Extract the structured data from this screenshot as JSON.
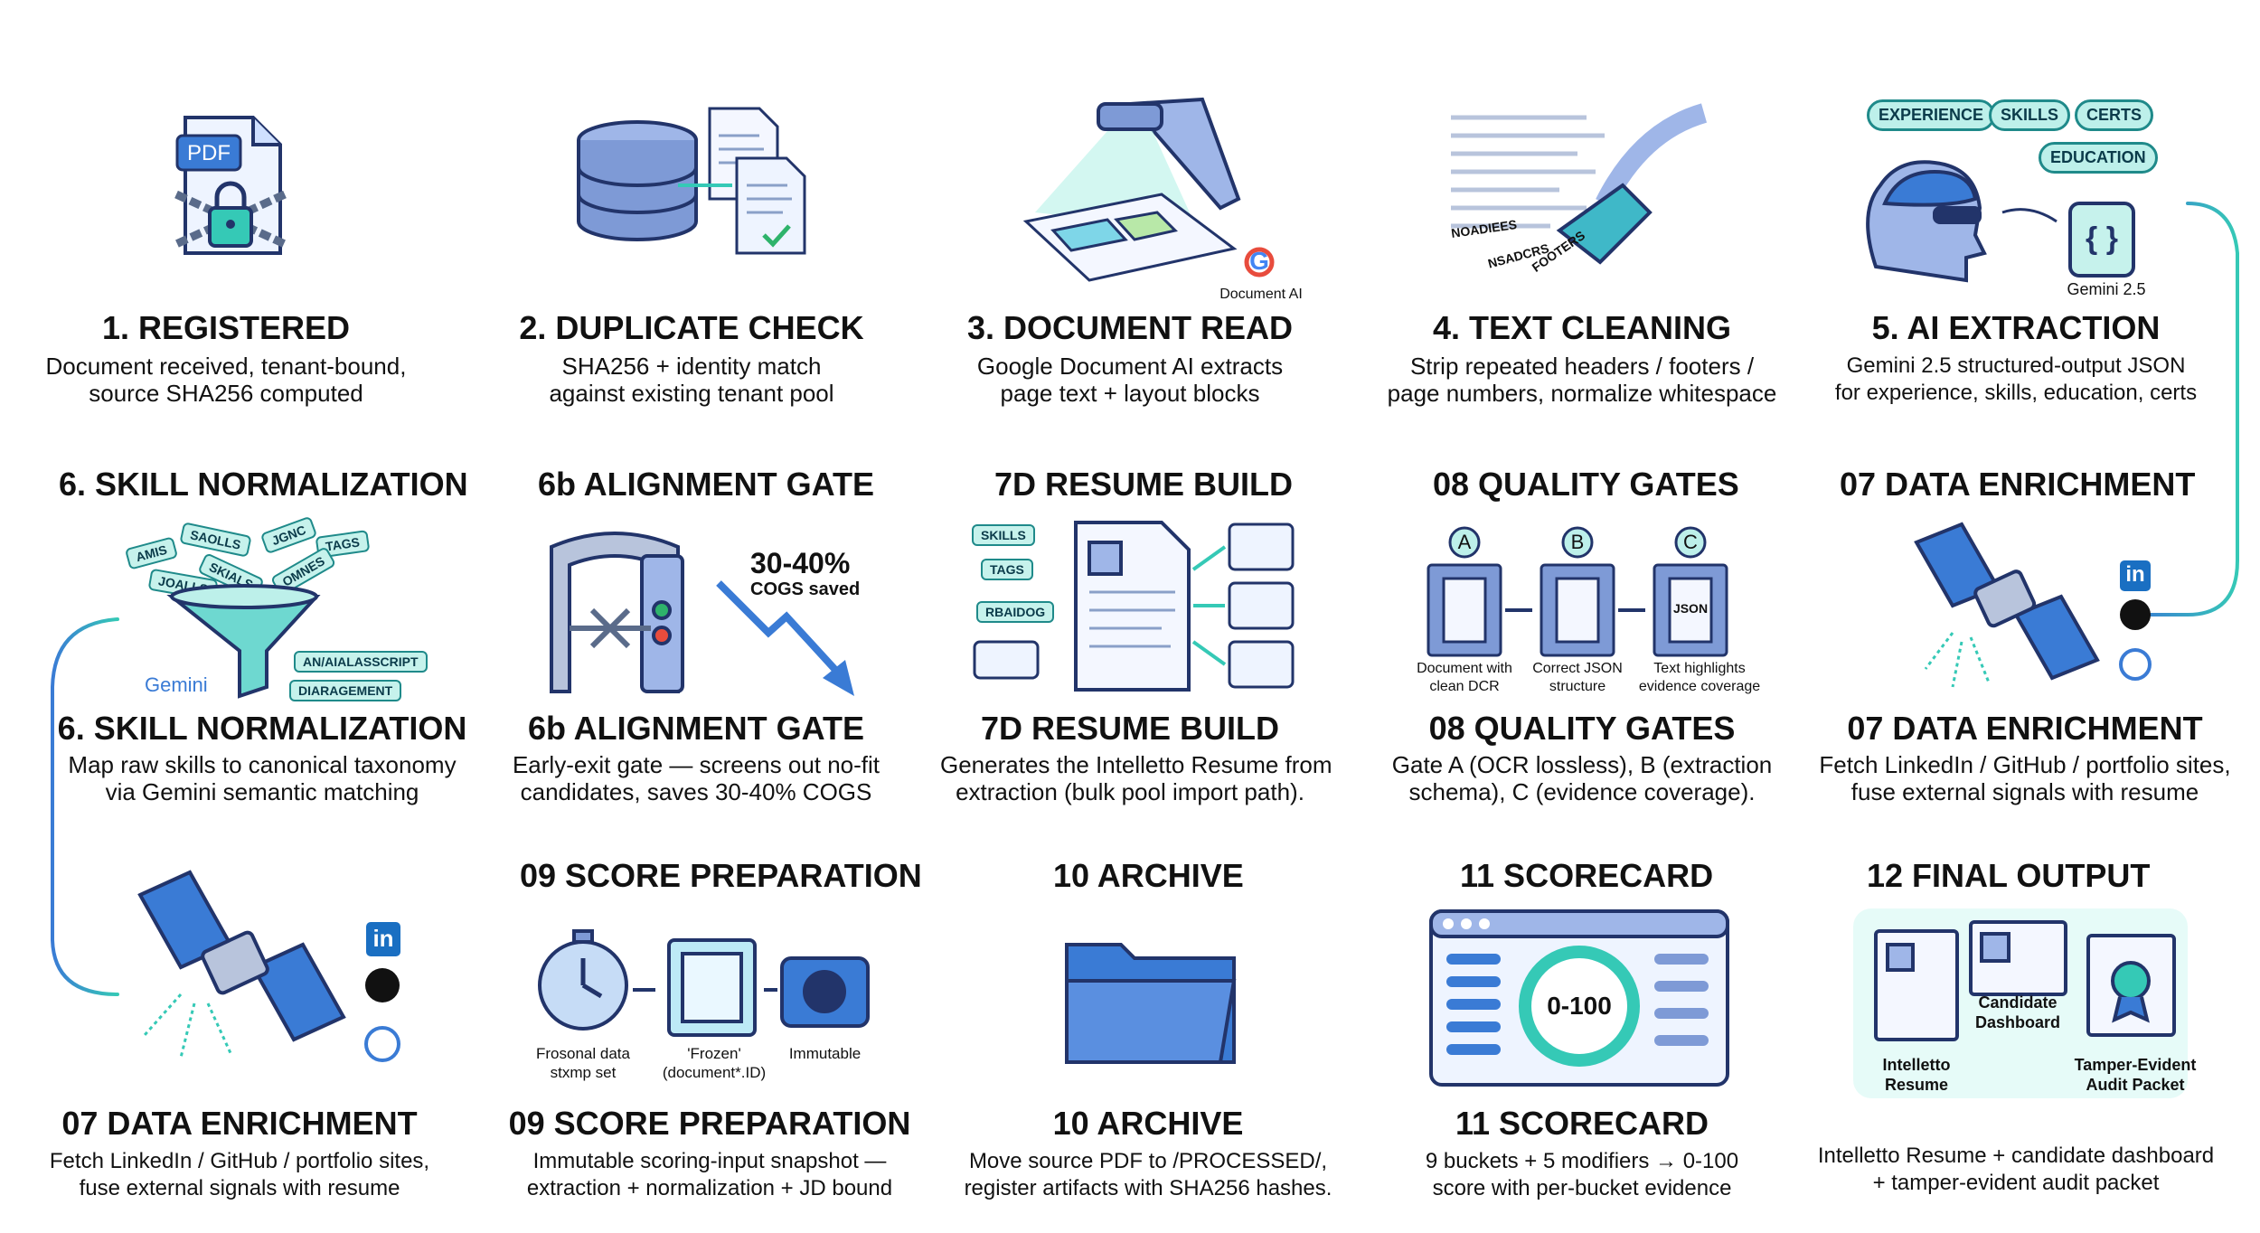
{
  "steps": {
    "s1": {
      "title": "1. REGISTERED",
      "desc": [
        "Document received, tenant-bound,",
        "source SHA256 computed"
      ],
      "icon_label": "PDF"
    },
    "s2": {
      "title": "2. DUPLICATE CHECK",
      "desc": [
        "SHA256 + identity match",
        "against existing tenant pool"
      ]
    },
    "s3": {
      "title": "3. DOCUMENT READ",
      "desc": [
        "Google Document AI extracts",
        "page text + layout blocks"
      ],
      "logo_letter": "G",
      "logo_text": "Document AI"
    },
    "s4": {
      "title": "4. TEXT CLEANING",
      "desc": [
        "Strip repeated headers / footers /",
        "page numbers, normalize whitespace"
      ],
      "garbled_words": [
        "NOADIEES",
        "NSADCRS",
        "FOOTERS"
      ]
    },
    "s5": {
      "title": "5. AI EXTRACTION",
      "desc": [
        "Gemini 2.5 structured-output JSON",
        "for experience, skills, education, certs"
      ],
      "bubbles": [
        "EXPERIENCE",
        "SKILLS",
        "CERTS",
        "EDUCATION"
      ],
      "json_glyph": "{ }",
      "model_label": "Gemini 2.5"
    },
    "s6": {
      "title": "6. SKILL NORMALIZATION",
      "title_bottom": "6. SKILL NORMALIZATION",
      "desc": [
        "Map raw skills to canonical taxonomy",
        "via Gemini semantic matching"
      ],
      "raw_tags": [
        "AMIS",
        "SAOLLS",
        "JGNC",
        "TAGS",
        "SKIALS",
        "OMNES",
        "JOALLS"
      ],
      "output_tags": [
        "AN/AIALASSCRIPT",
        "DIARAGEMENT"
      ],
      "logo_text": "Gemini"
    },
    "s6b": {
      "title": "6b ALIGNMENT GATE",
      "title_bottom": "6b ALIGNMENT GATE",
      "desc": [
        "Early-exit gate — screens out no-fit",
        "candidates, saves 30-40% COGS"
      ],
      "savings_value": "30-40%",
      "savings_label": "COGS saved"
    },
    "s7d": {
      "title": "7D RESUME BUILD",
      "title_bottom": "7D RESUME BUILD",
      "desc": [
        "Generates the Intelletto Resume from",
        "extraction (bulk pool import path)."
      ],
      "tags": [
        "SKILLS",
        "TAGS",
        "RBAIDOG"
      ]
    },
    "s08": {
      "title": "08 QUALITY GATES",
      "title_bottom": "08 QUALITY GATES",
      "desc": [
        "Gate A (OCR lossless), B (extraction",
        "schema), C (evidence coverage)."
      ],
      "gate_letters": [
        "A",
        "B",
        "C"
      ],
      "gate_captions": [
        [
          "Document with",
          "clean DCR"
        ],
        [
          "Correct JSON",
          "structure"
        ],
        [
          "Text highlights",
          "evidence coverage"
        ]
      ],
      "json_label": "JSON"
    },
    "s07a": {
      "title": "07 DATA ENRICHMENT",
      "title_bottom": "07 DATA ENRICHMENT",
      "desc": [
        "Fetch LinkedIn / GitHub / portfolio sites,",
        "fuse external signals with resume"
      ],
      "linkedin": "in"
    },
    "s07b": {
      "title": "07 DATA ENRICHMENT",
      "desc": [
        "Fetch LinkedIn / GitHub / portfolio sites,",
        "fuse external signals with resume"
      ],
      "linkedin": "in"
    },
    "s09": {
      "title": "09 SCORE PREPARATION",
      "title_bottom": "09 SCORE PREPARATION",
      "desc": [
        "Immutable scoring-input snapshot —",
        "extraction + normalization + JD bound"
      ],
      "captions": [
        [
          "Frosonal data",
          "stxmp set"
        ],
        [
          "'Frozen'",
          "(document*.ID)"
        ],
        [
          "Immutable"
        ]
      ]
    },
    "s10": {
      "title": "10 ARCHIVE",
      "title_bottom": "10 ARCHIVE",
      "desc": [
        "Move source PDF to /PROCESSED/,",
        "register artifacts with SHA256 hashes."
      ]
    },
    "s11": {
      "title": "11 SCORECARD",
      "title_bottom": "11 SCORECARD",
      "desc": [
        "9 buckets + 5 modifiers → 0-100",
        "score with per-bucket evidence"
      ],
      "dial_label": "0-100"
    },
    "s12": {
      "title": "12  FINAL OUTPUT",
      "desc": [
        "Intelletto Resume + candidate dashboard",
        "+ tamper-evident audit packet"
      ],
      "artifacts": [
        [
          "Intelletto",
          "Resume"
        ],
        [
          "Candidate",
          "Dashboard"
        ],
        [
          "Tamper-Evident",
          "Audit Packet"
        ]
      ]
    }
  },
  "colors": {
    "teal": "#2fc4b2",
    "blue": "#3a7bd5",
    "navy": "#22346a",
    "ink": "#111111"
  }
}
